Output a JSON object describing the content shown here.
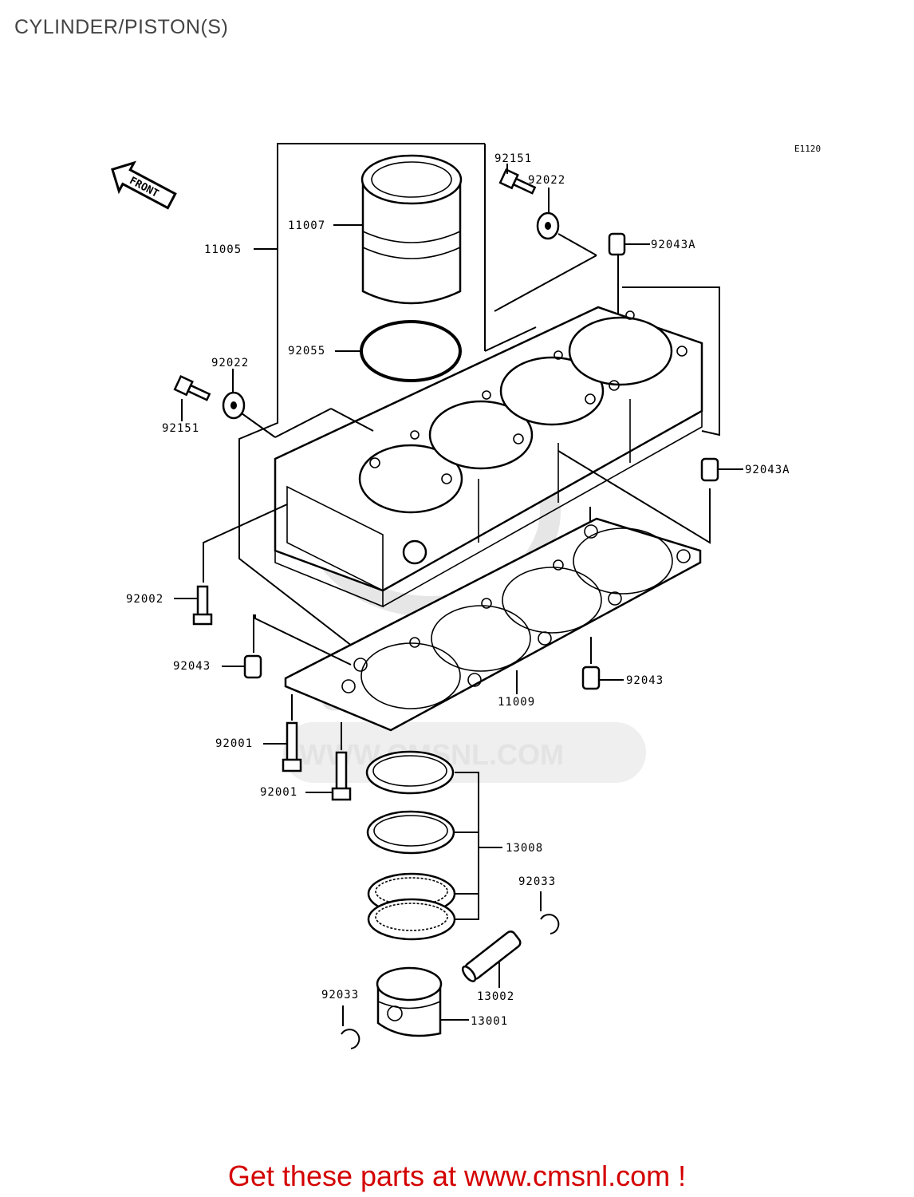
{
  "page": {
    "title": "CYLINDER/PISTON(S)",
    "diagram_code": "E1120",
    "front_label": "FRONT",
    "promo_text": "Get these parts at www.cmsnl.com !"
  },
  "watermark": {
    "brand": "CMS",
    "url": "WWW.CMSNL.COM"
  },
  "callouts": {
    "p11005": "11005",
    "p11007": "11007",
    "p92055": "92055",
    "p92151_top": "92151",
    "p92022_top": "92022",
    "p92043A_top": "92043A",
    "p92022_left": "92022",
    "p92151_left": "92151",
    "p92043A_right": "92043A",
    "p92002": "92002",
    "p92043_left": "92043",
    "p92043_right": "92043",
    "p11009": "11009",
    "p92001_a": "92001",
    "p92001_b": "92001",
    "p13008": "13008",
    "p92033_right": "92033",
    "p13002": "13002",
    "p92033_left": "92033",
    "p13001": "13001"
  }
}
